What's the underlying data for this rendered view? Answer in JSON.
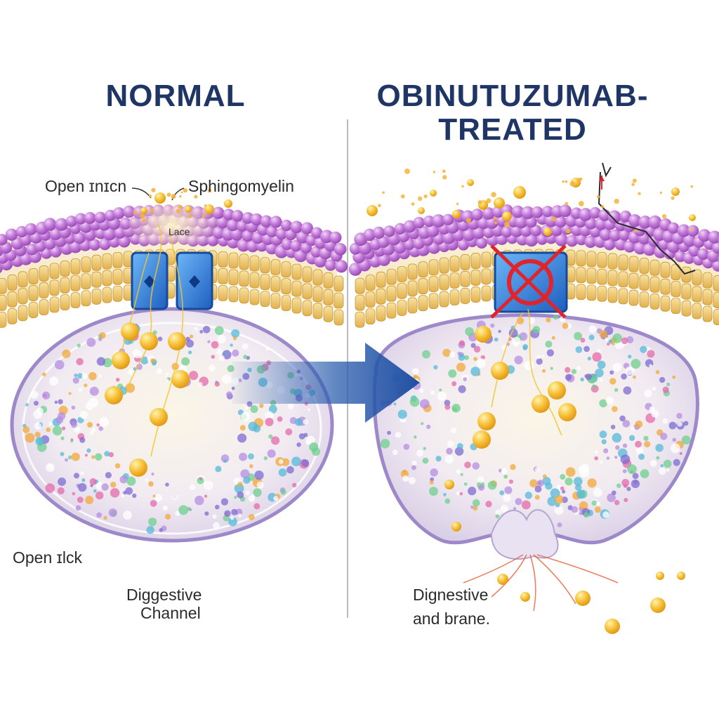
{
  "titles": {
    "left": "NORMAL",
    "right_line1": "OBINUTUZUMAB-",
    "right_line2": "TREATED"
  },
  "labels": {
    "open_channel_top": "Open ɪnɪcn",
    "sphingomyelin": "Sphingomyelin",
    "lace": "Lace",
    "open_bottom": "Open ɪlck",
    "left_caption_line1": "Diggestive",
    "left_caption_line2": "Channel",
    "right_caption_line1": "Dignestive",
    "right_caption_line2": "and brane."
  },
  "colors": {
    "title": "#1f3566",
    "lipid_heads": "#c27ad8",
    "lipid_tails": "#eec66a",
    "channel": "#2f7fd6",
    "arrow": "#2d5fae",
    "particles": "#f5b52b",
    "block_mark": "#e0242c"
  }
}
